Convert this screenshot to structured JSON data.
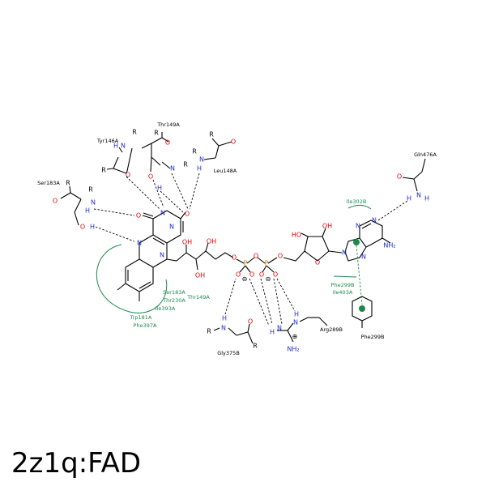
{
  "title": "2z1q:FAD",
  "residues": {
    "tyr146a": "Tyr146A",
    "thr149a_top": "Thr149A",
    "leu148a": "Leu148A",
    "ser183a": "Ser183A",
    "gln476a": "Gln476A",
    "gly375b": "Gly375B",
    "arg289b": "Arg289B",
    "phe299b": "Phe299B"
  },
  "hydrophobic": {
    "ile302b": "Ile302B",
    "phe299b": "Phe299B",
    "ile403a": "Ile403A",
    "ser183a": "Ser183A",
    "thr230a": "Thr230A",
    "ile393a": "Ile393A",
    "thr149a": "Thr149A",
    "trp181a": "Trp181A",
    "phe397a": "Phe397A"
  },
  "colors": {
    "nitrogen": "#1f2bd6",
    "oxygen": "#e00000",
    "phosphorus": "#d07000",
    "hydrophobic": "#1a8a4a"
  }
}
